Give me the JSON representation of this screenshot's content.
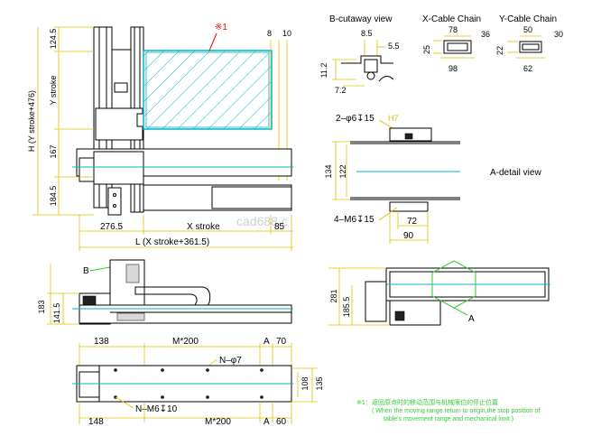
{
  "colors": {
    "dimension": "#e0c000",
    "centerline": "#00b4c8",
    "callout": "#ff0000",
    "outline": "#000000",
    "detail_marker": "#33cc33",
    "watermark": "#cfcfcf"
  },
  "main_view": {
    "note_marker": "※1",
    "right_dims": [
      "8",
      "10"
    ],
    "left_dims": [
      "124.5",
      "Y stroke",
      "167",
      "184.5"
    ],
    "overall_height": "H (Y stroke+476)",
    "bottom_dims": [
      "276.5",
      "X stroke",
      "85"
    ],
    "overall_length": "L (X stroke+361.5)",
    "watermark": "cad688.c"
  },
  "b_cutaway": {
    "title": "B-cutaway view",
    "dims": [
      "8.5",
      "5.5",
      "11.2",
      "7.2"
    ]
  },
  "x_chain": {
    "title": "X-Cable Chain",
    "dims": [
      "78",
      "36",
      "25",
      "98"
    ]
  },
  "y_chain": {
    "title": "Y-Cable Chain",
    "dims": [
      "50",
      "30",
      "22",
      "62"
    ]
  },
  "a_detail": {
    "title": "A-detail view",
    "hole_top": "2–φ6↧15",
    "hole_top_fit": "H7",
    "height_outer": "134",
    "height_inner": "122",
    "tap_bottom": "4–M6↧15",
    "width_inner": "72",
    "width_outer": "90"
  },
  "side_view": {
    "callout_b": "B",
    "dims": [
      "183",
      "141.5"
    ]
  },
  "right_view": {
    "dims": [
      "281",
      "185.5"
    ],
    "callout_a": "A"
  },
  "bottom_view": {
    "top_dims": [
      "138",
      "M*200",
      "A",
      "70"
    ],
    "hole": "N–φ7",
    "side_dims": [
      "108",
      "135"
    ],
    "tap": "N–M6↧10",
    "bottom_dims": [
      "148",
      "M*200",
      "A",
      "60"
    ]
  },
  "note": {
    "marker": "※1：",
    "chinese": "返回原点时的移动范围与机械限位的停止位置",
    "line1": "( When the moving range return to origin,the stop position of",
    "line2": "table's movement range and mechanical limit.)"
  }
}
